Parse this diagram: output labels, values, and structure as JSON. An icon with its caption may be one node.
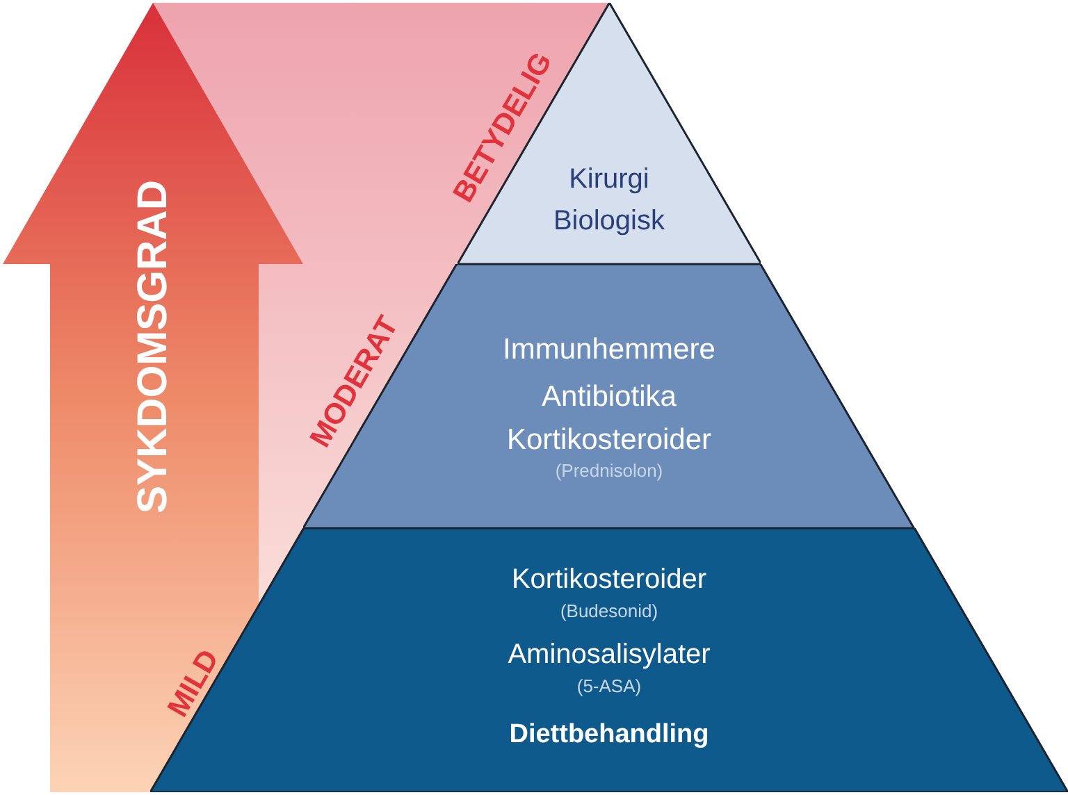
{
  "diagram": {
    "nodes": [
      {
        "text": [
          "SYKDOMSGRAD"
        ]
      },
      {
        "text": [
          "Kirurgi",
          "Biologisk"
        ]
      },
      {
        "text": [
          "Immunhemmere",
          "Antibiotika",
          "Kortikosteroider",
          "(Prednisolon)"
        ]
      },
      {
        "text": [
          "Kortikosteroider",
          "(Budesonid)",
          "Aminosalisylater",
          "(5-ASA)",
          "Diettbehandling"
        ]
      }
    ],
    "labels": [
      "BETYDELIG",
      "MODERAT",
      "MILD"
    ]
  }
}
